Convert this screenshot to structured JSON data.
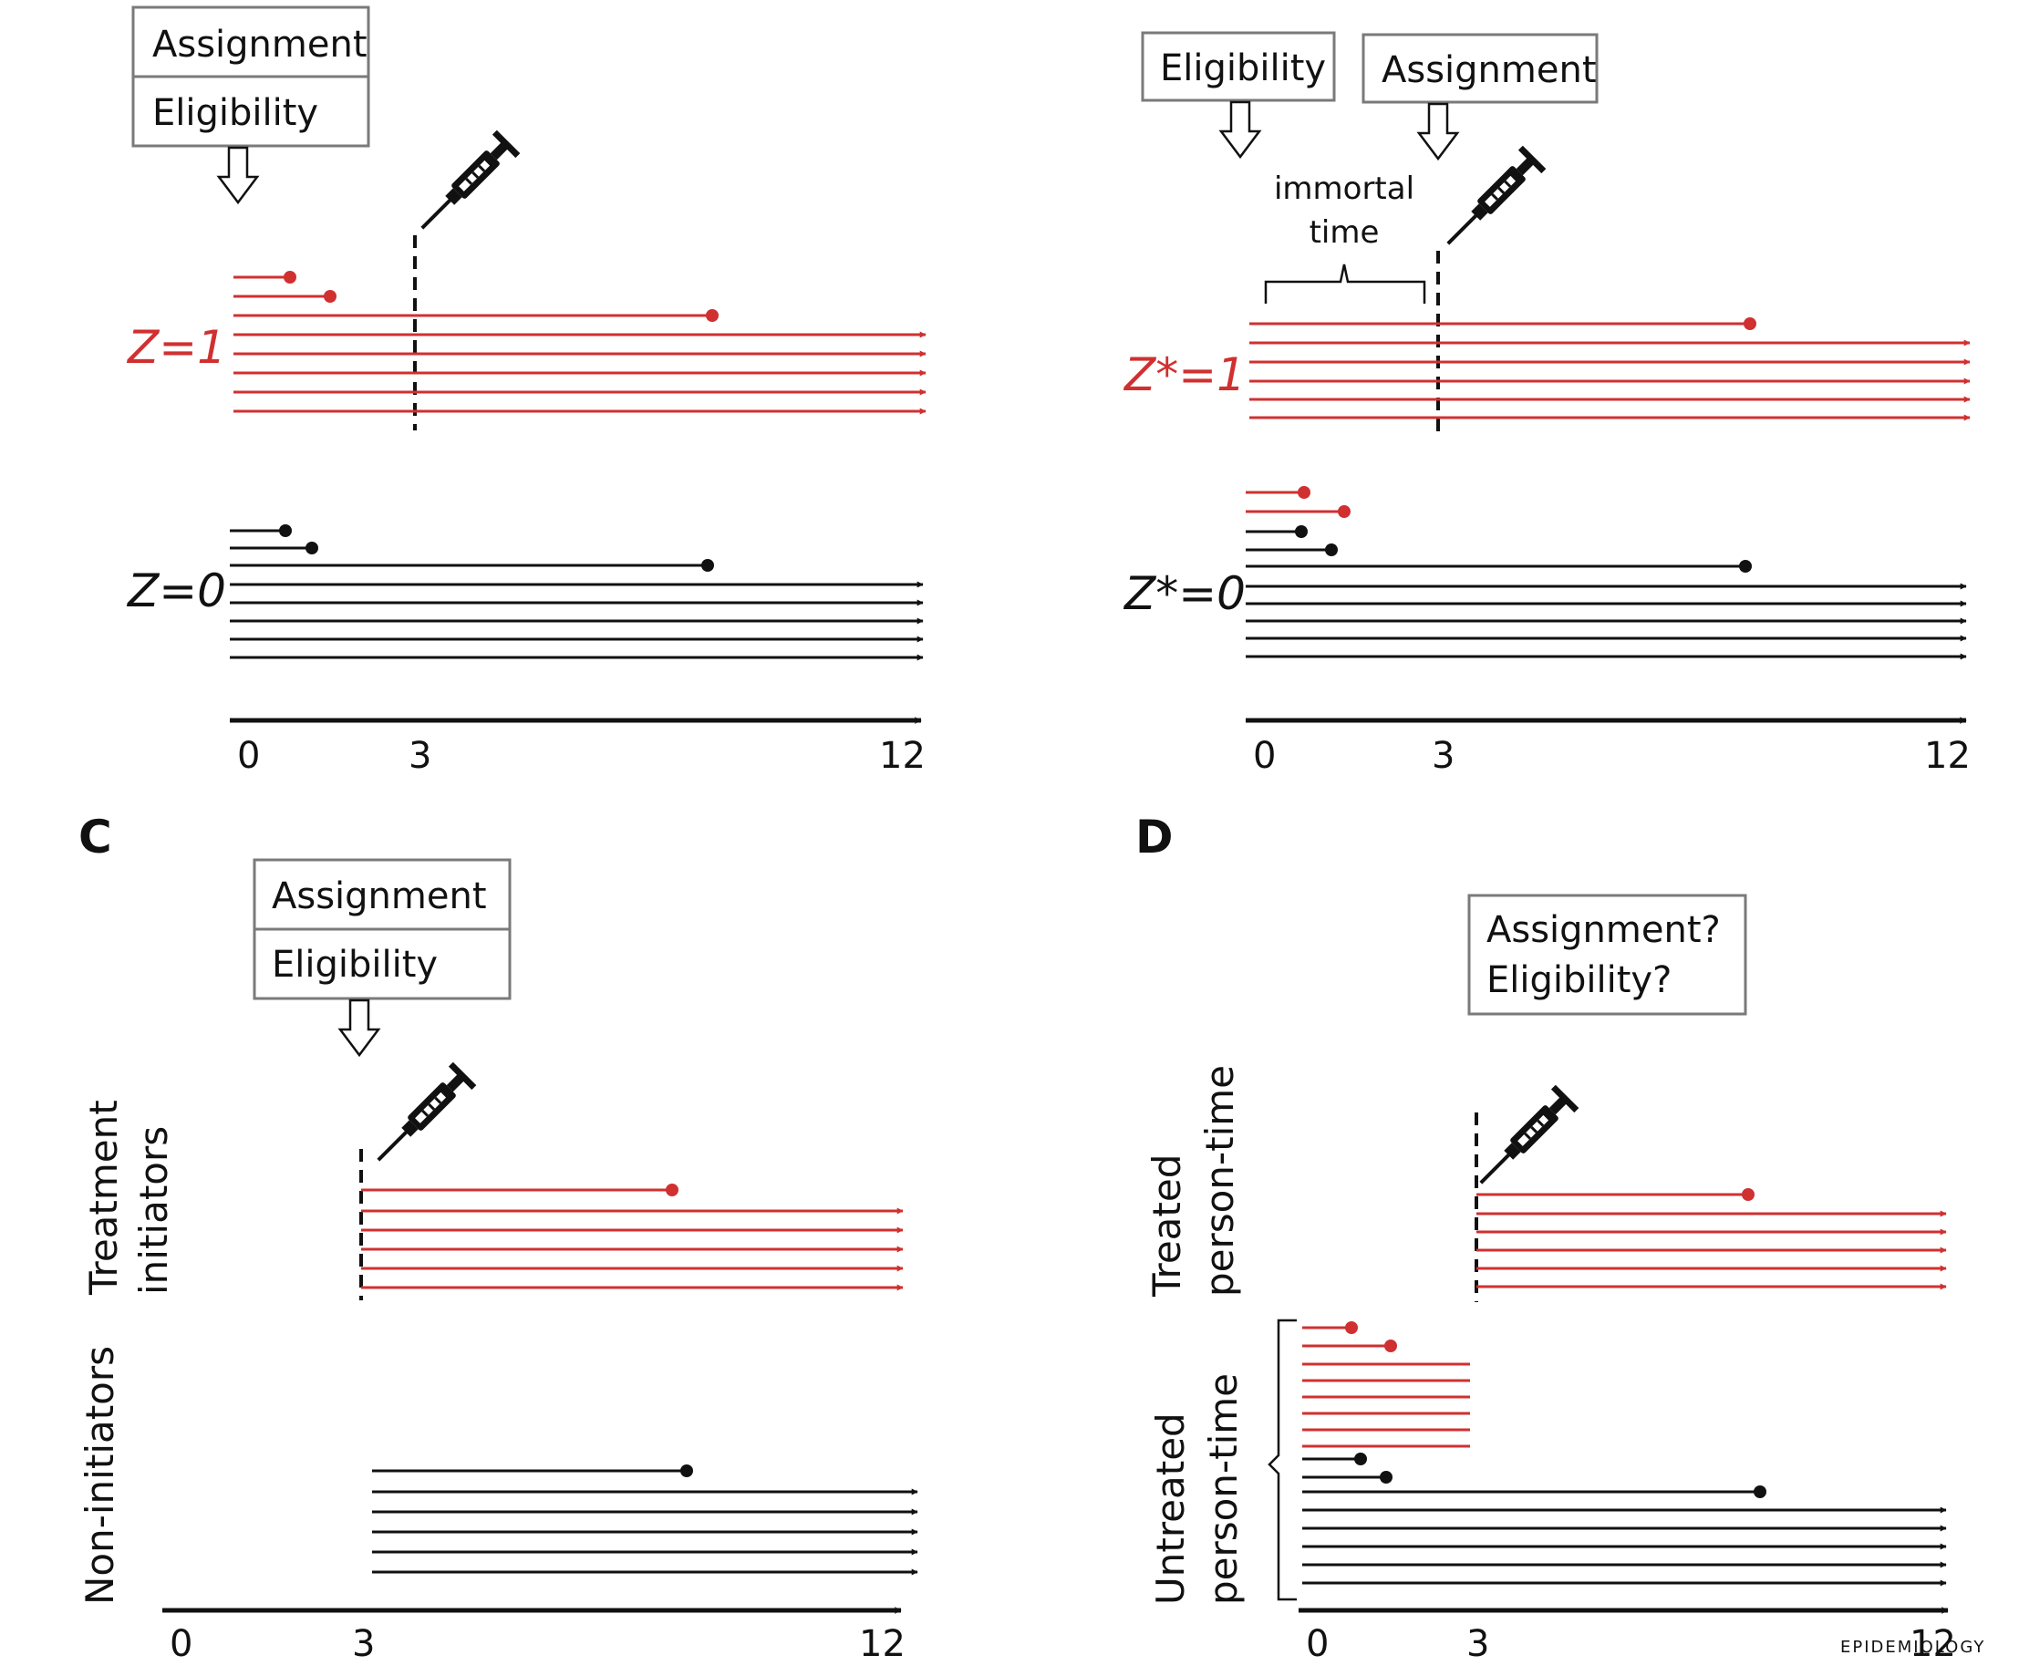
{
  "panels": {
    "A": {
      "letter": "",
      "boxes": [
        "Assignment",
        "Eligibility"
      ],
      "treated_label": "Z=1",
      "control_label": "Z=0",
      "ticks": [
        "0",
        "3",
        "12"
      ]
    },
    "B": {
      "letter": "",
      "boxes": [
        "Eligibility",
        "Assignment"
      ],
      "annotation": [
        "immortal",
        "time"
      ],
      "treated_label": "Z*=1",
      "control_label": "Z*=0",
      "ticks": [
        "0",
        "3",
        "12"
      ]
    },
    "C": {
      "letter": "C",
      "boxes": [
        "Assignment",
        "Eligibility"
      ],
      "treated_label": [
        "Treatment",
        "initiators"
      ],
      "control_label": "Non-initiators",
      "ticks": [
        "0",
        "3",
        "12"
      ]
    },
    "D": {
      "letter": "D",
      "box_lines": [
        "Assignment?",
        "Eligibility?"
      ],
      "treated_label": [
        "Treated",
        "person-time"
      ],
      "control_label": [
        "Untreated",
        "person-time"
      ],
      "ticks": [
        "0",
        "3",
        "12"
      ]
    }
  },
  "watermark": "EPIDEMIOLOGY",
  "colors": {
    "treated": "#d03030",
    "control": "#111111",
    "box_border": "#7a7a7a"
  },
  "icons": [
    "syringe-icon",
    "down-arrow-icon"
  ]
}
